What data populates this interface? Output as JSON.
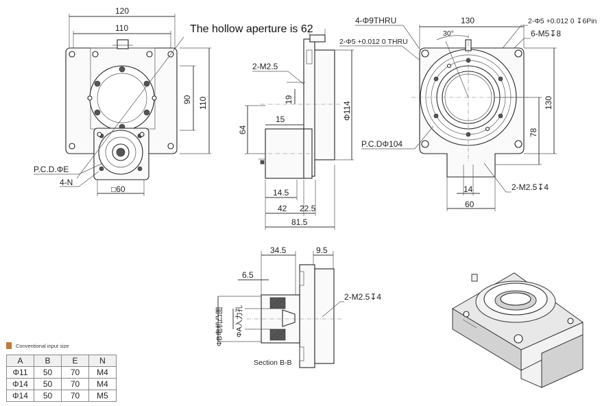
{
  "title": "The hollow aperture is 62",
  "front_view": {
    "dims": {
      "width_outer": "120",
      "width_inner": "110",
      "h_90": "90",
      "h_110": "110",
      "pcd": "P.C.D.ΦE",
      "holes": "4-N",
      "square": "□60"
    }
  },
  "side_view": {
    "dims": {
      "m25": "2-M2.5",
      "d19": "19",
      "d15": "15",
      "d64": "64",
      "phi114": "Φ114",
      "d145": "14.5",
      "d42": "42",
      "d225": "22.5",
      "d815": "81.5"
    }
  },
  "top_right_view": {
    "dims": {
      "thru9": "4-Φ9THRU",
      "w130": "130",
      "pin": "2-Φ5 +0.012 0 ↧6Pin",
      "tol": "+0.012",
      "thru5": "2-Φ5 +0.012 0 THRU",
      "m5": "6-M5↧8",
      "angle": "30°",
      "h130": "130",
      "h78": "78",
      "pcd104": "P.C.DΦ104",
      "d14": "14",
      "d60": "60",
      "m25b": "2-M2.5↧4"
    }
  },
  "section_view": {
    "dims": {
      "d345": "34.5",
      "d95": "9.5",
      "d65": "6.5",
      "m25c": "2-M2.5↧4",
      "phiB": "ΦB电机凸图",
      "phiA": "ΦA入力孔"
    },
    "caption": "Section B-B"
  },
  "conventional_table": {
    "legend": "Conventional input size",
    "swatch_color": "#c47a3a",
    "columns": [
      "A",
      "B",
      "E",
      "N"
    ],
    "rows": [
      [
        "Φ11",
        "50",
        "70",
        "M4"
      ],
      [
        "Φ14",
        "50",
        "70",
        "M4"
      ],
      [
        "Φ14",
        "50",
        "70",
        "M5"
      ]
    ]
  }
}
